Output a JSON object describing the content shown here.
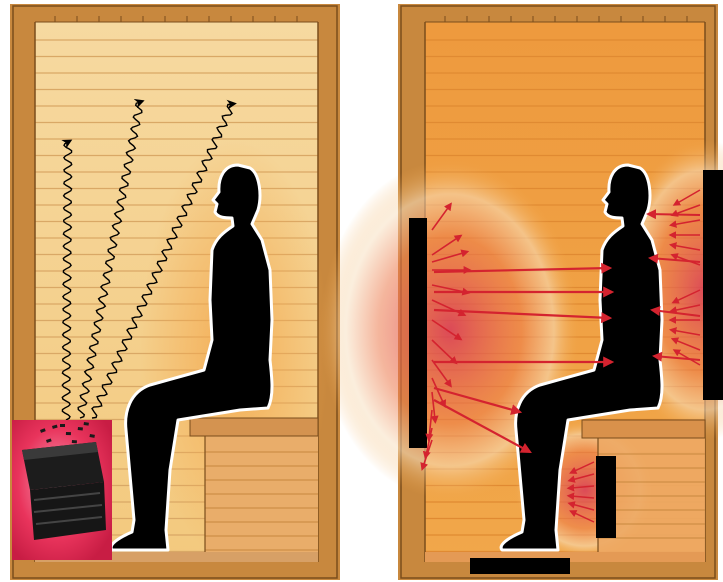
{
  "diagram": {
    "panels": [
      {
        "id": "left-sauna",
        "heat_source": "stove-heater-icon",
        "heat_flow": "rising-wavy-convection-arrows",
        "wood_color": "#c8883e",
        "wall_color": "#f6d58f",
        "heater_color": "#e5224a"
      },
      {
        "id": "right-sauna",
        "heat_source": "infrared-panel-emitters",
        "heat_flow": "direct-radiant-arrows",
        "wood_color": "#c8883e",
        "wall_color": "#f2a347",
        "glow_color": "#e2495a",
        "arrow_color": "#d4232f"
      }
    ],
    "figure_color": "#000000"
  }
}
